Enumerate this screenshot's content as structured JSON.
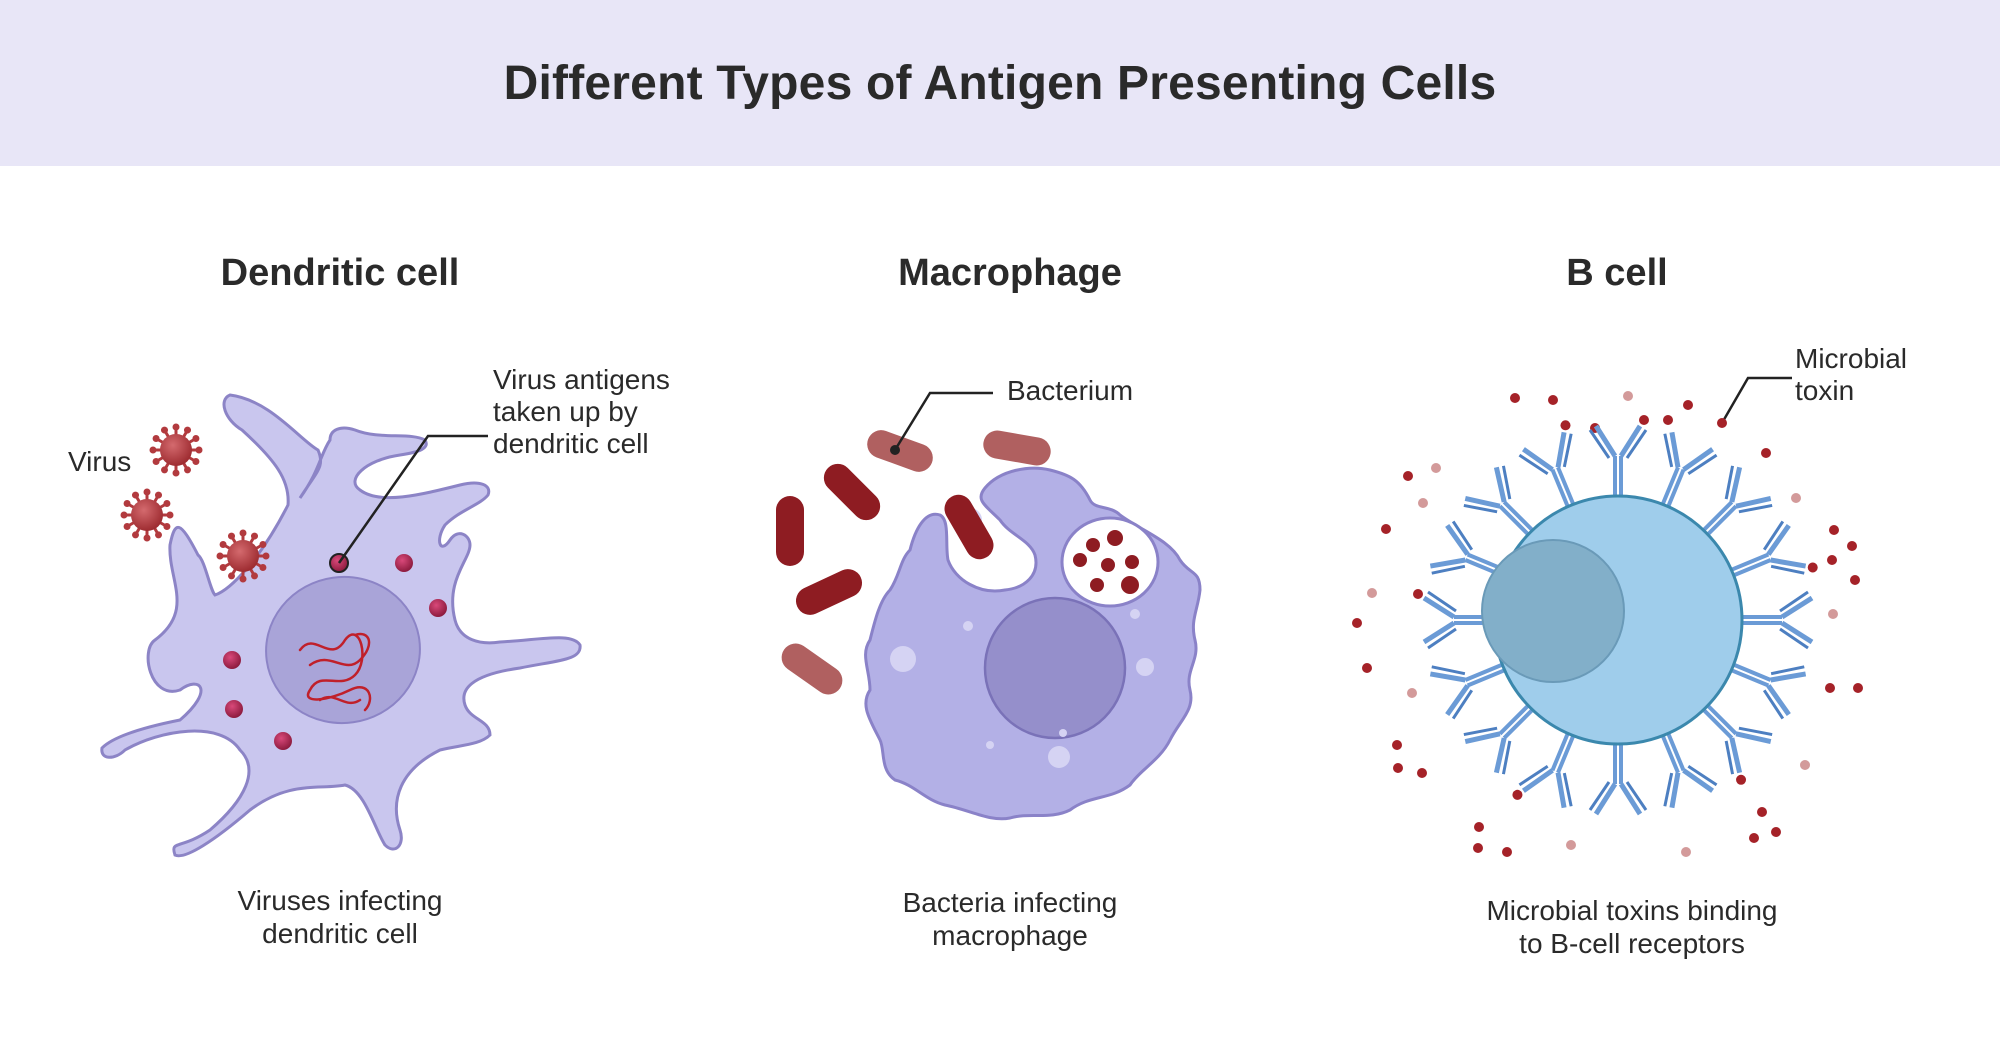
{
  "title": "Different Types of Antigen Presenting Cells",
  "panels": [
    {
      "heading": "Dendritic cell",
      "caption_lines": [
        "Viruses infecting",
        "dendritic cell"
      ],
      "labels": {
        "virus": "Virus",
        "antigen_lines": [
          "Virus antigens",
          "taken up by",
          "dendritic cell"
        ]
      }
    },
    {
      "heading": "Macrophage",
      "caption_lines": [
        "Bacteria infecting",
        "macrophage"
      ],
      "labels": {
        "bacterium": "Bacterium"
      }
    },
    {
      "heading": "B cell",
      "caption_lines": [
        "Microbial toxins binding",
        "to B-cell receptors"
      ],
      "labels": {
        "toxin_lines": [
          "Microbial",
          "toxin"
        ]
      }
    }
  ],
  "colors": {
    "header_bg": "#e8e6f7",
    "dendritic_fill": "#c9c6ee",
    "dendritic_stroke": "#8c84c6",
    "nucleus_fill": "#a9a4d8",
    "virus": "#b23a3e",
    "macrophage_fill": "#b3b0e6",
    "bacterium_dark": "#8e1c22",
    "bacterium_light": "#b06060",
    "bcell_fill": "#9fcdeb",
    "bcell_stroke": "#3b88ad",
    "bcell_nucleus": "#82afc9",
    "receptor": "#6b9bd6",
    "toxin_dark": "#a52228",
    "toxin_light": "#d39a9a"
  }
}
